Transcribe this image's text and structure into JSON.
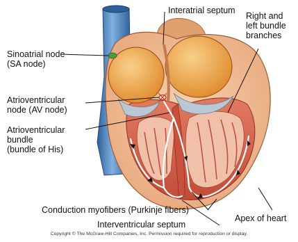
{
  "labels": {
    "interatrial_septum": "Interatrial septum",
    "bundle_branches": [
      "Right and",
      "left bundle",
      "branches"
    ],
    "sa_node": [
      "Sinoatrial node",
      "(SA node)"
    ],
    "av_node": [
      "Atrioventricular",
      "node (AV node)"
    ],
    "av_bundle": [
      "Atrioventricular",
      "bundle",
      "(bundle of His)"
    ],
    "purkinje": "Conduction myofibers (Purkinje fibers)",
    "interventricular_septum": "Interventricular septum",
    "apex": "Apex of heart"
  },
  "copyright": "Copyright © The McGraw-Hill Companies, Inc. Permission required for reproduction or display.",
  "colors": {
    "vena_cava": "#4f86c4",
    "myocardium": "#d7654e",
    "outer_wall": "#f2c49c",
    "atrium": "#f0a84a",
    "valve": "#b9c8d2",
    "sa_node": "#4f9a3a",
    "conduction_path": "#ffffff"
  }
}
